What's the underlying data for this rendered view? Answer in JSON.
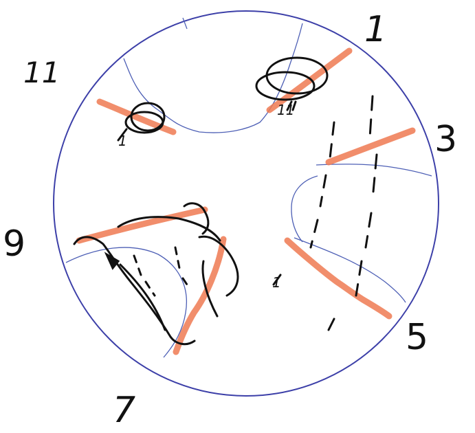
{
  "labels": {
    "l11": "11",
    "l1": "1",
    "l3": "3",
    "l9": "9",
    "l5": "5",
    "l7": "7",
    "n11": "11",
    "n1": "1",
    "n1b": "1"
  },
  "colors": {
    "circle": "#3c3fa8",
    "orange": "#ef7a52",
    "ink": "#111111",
    "blue_thin": "#4d5fb5"
  }
}
